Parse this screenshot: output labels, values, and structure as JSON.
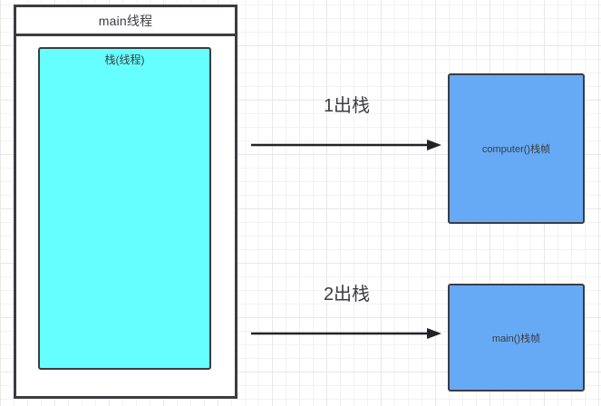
{
  "diagram": {
    "title_hidden": "",
    "thread": {
      "header_label": "main线程",
      "stack_label": "栈(线程)"
    },
    "frames": [
      {
        "id": "computer",
        "label": "computer()栈帧"
      },
      {
        "id": "main",
        "label": "main()栈帧"
      }
    ],
    "arrows": [
      {
        "id": "pop-1",
        "label": "1出栈"
      },
      {
        "id": "pop-2",
        "label": "2出栈"
      }
    ],
    "colors": {
      "stack_fill": "#66ffff",
      "frame_fill": "#66aaf5",
      "stroke": "#3c3c42",
      "text": "#3c3c42",
      "grid_minor": "#f2f2f2",
      "grid_major": "#e8e8e8",
      "background": "#ffffff"
    }
  }
}
